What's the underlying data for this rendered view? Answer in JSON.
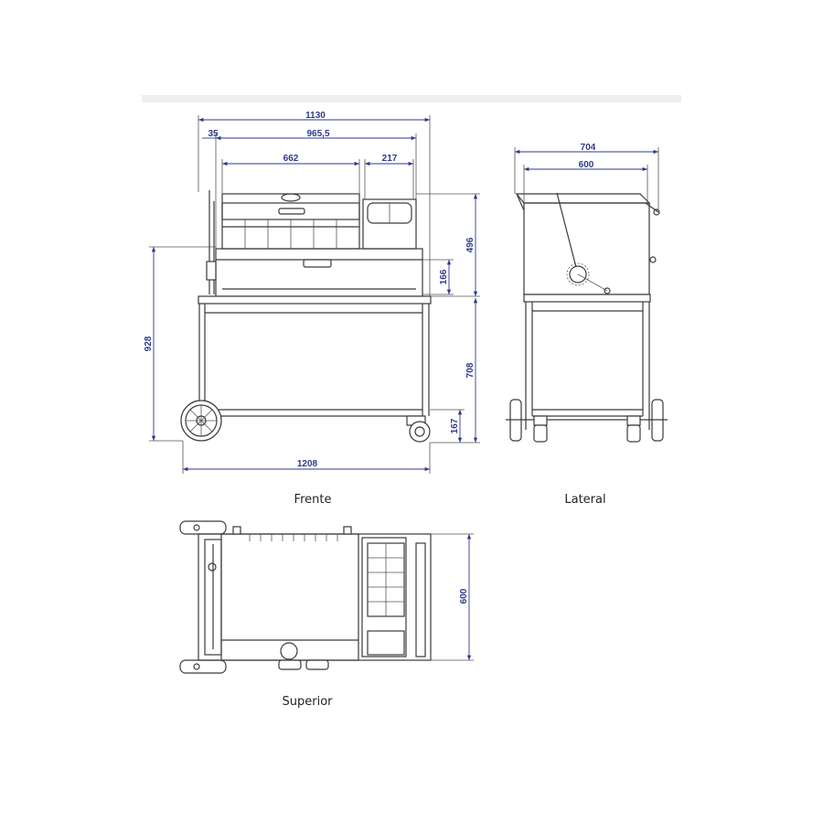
{
  "views": {
    "front": "Frente",
    "side": "Lateral",
    "top": "Superior"
  },
  "dimensions": {
    "front_total_width": "1130",
    "front_width_inner": "965,5",
    "front_offset": "35",
    "front_grill_width": "662",
    "front_side_box": "217",
    "front_total_height": "928",
    "front_upper_height": "496",
    "front_drawer_height": "166",
    "front_base_height": "708",
    "front_wheel_height": "167",
    "front_base_width": "1208",
    "side_total_width": "704",
    "side_inner_width": "600",
    "top_depth": "600"
  },
  "colors": {
    "line": "#3a3a3a",
    "dimension": "#2e3a8c",
    "header_bar": "#eeeeee"
  }
}
